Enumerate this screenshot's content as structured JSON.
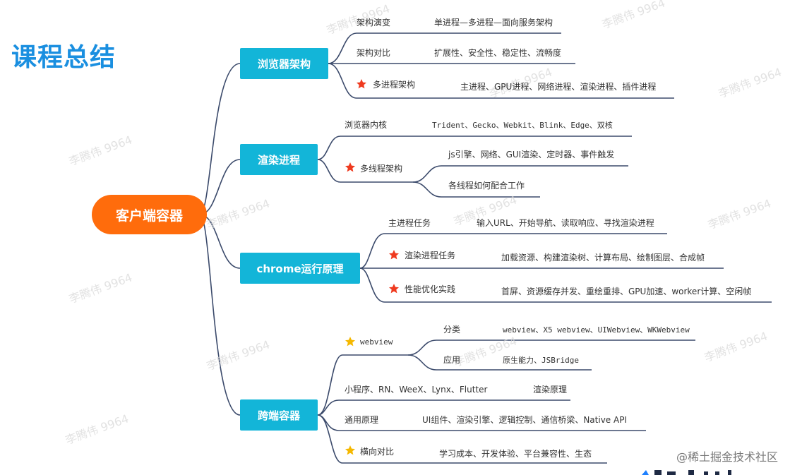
{
  "title": "课程总结",
  "root": "客户端容器",
  "branches": [
    {
      "label": "浏览器架构",
      "items": [
        {
          "label": "架构演变",
          "detail": "单进程—多进程—面向服务架构",
          "star": false
        },
        {
          "label": "架构对比",
          "detail": "扩展性、安全性、稳定性、流畅度",
          "star": false
        },
        {
          "label": "多进程架构",
          "detail": "主进程、GPU进程、网络进程、渲染进程、插件进程",
          "star": true
        }
      ]
    },
    {
      "label": "渲染进程",
      "items": [
        {
          "label": "浏览器内核",
          "detail": "Trident、Gecko、Webkit、Blink、Edge、双核",
          "star": false
        },
        {
          "label": "多线程架构",
          "star": true,
          "subs": [
            "js引擎、网络、GUI渲染、定时器、事件触发",
            "各线程如何配合工作"
          ]
        }
      ]
    },
    {
      "label": "chrome运行原理",
      "items": [
        {
          "label": "主进程任务",
          "detail": "输入URL、开始导航、读取响应、寻找渲染进程",
          "star": false
        },
        {
          "label": "渲染进程任务",
          "detail": "加载资源、构建渲染树、计算布局、绘制图层、合成帧",
          "star": true
        },
        {
          "label": "性能优化实践",
          "detail": "首屏、资源缓存并发、重绘重排、GPU加速、worker计算、空闲帧",
          "star": true
        }
      ]
    },
    {
      "label": "跨端容器",
      "items": [
        {
          "label": "webview",
          "star": true,
          "subs": [
            {
              "label": "分类",
              "detail": "webview、X5 webview、UIWebview、WKWebview"
            },
            {
              "label": "应用",
              "detail": "原生能力、JSBridge"
            }
          ]
        },
        {
          "label": "小程序、RN、WeeX、Lynx、Flutter",
          "detail": "渲染原理",
          "star": false
        },
        {
          "label": "通用原理",
          "detail": "UI组件、渲染引擎、逻辑控制、通信桥梁、Native API",
          "star": false
        },
        {
          "label": "横向对比",
          "detail": "学习成本、开发体验、平台兼容性、生态",
          "star": true
        }
      ]
    }
  ],
  "watermark": "李腾伟 9964",
  "footer": "@稀土掘金技术社区",
  "colors": {
    "title": "#1a8fe0",
    "root": "#ff6c0c",
    "branch": "#13b5d8",
    "line": "#3b4a6b",
    "star_red": "#ef3a1f",
    "star_yellow": "#f5b800"
  }
}
